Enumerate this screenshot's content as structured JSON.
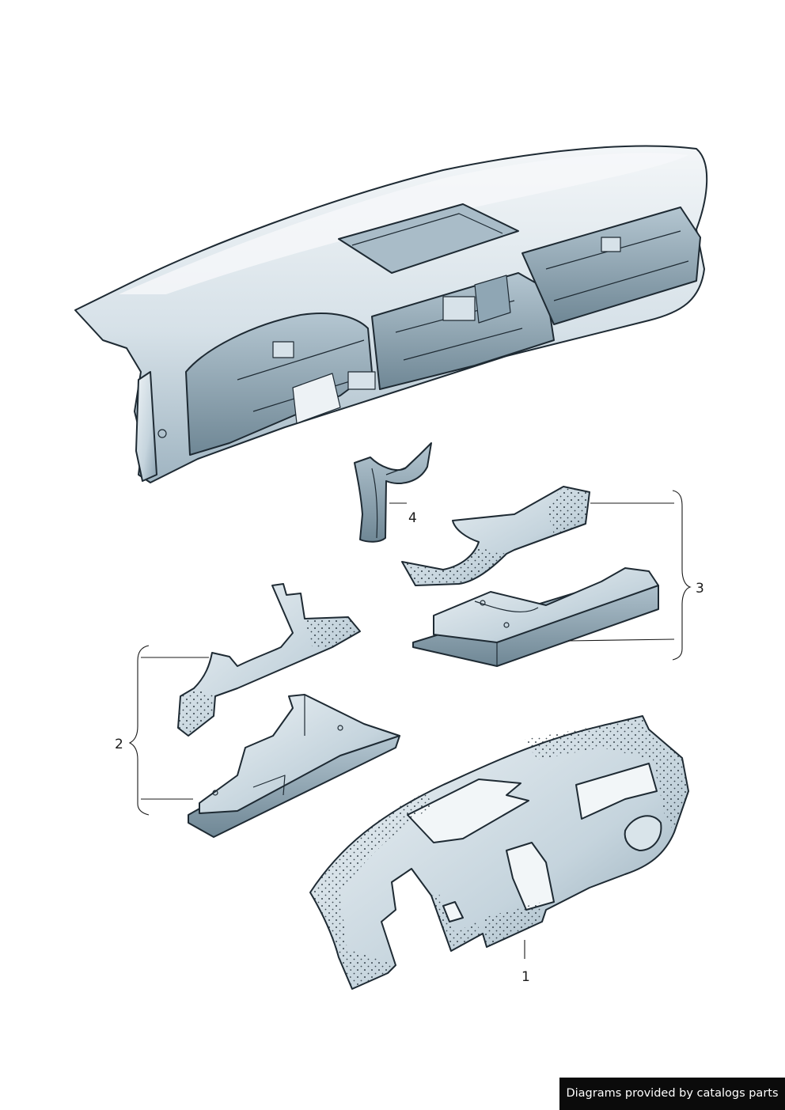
{
  "callouts": {
    "c1": "1",
    "c2": "2",
    "c3": "3",
    "c4": "4"
  },
  "credit": "Diagrams provided by catalogs parts",
  "colors": {
    "part_light": "#e4ecf1",
    "part_mid": "#b7c9d4",
    "part_dark": "#7f97a6",
    "outline": "#1e2a33"
  }
}
